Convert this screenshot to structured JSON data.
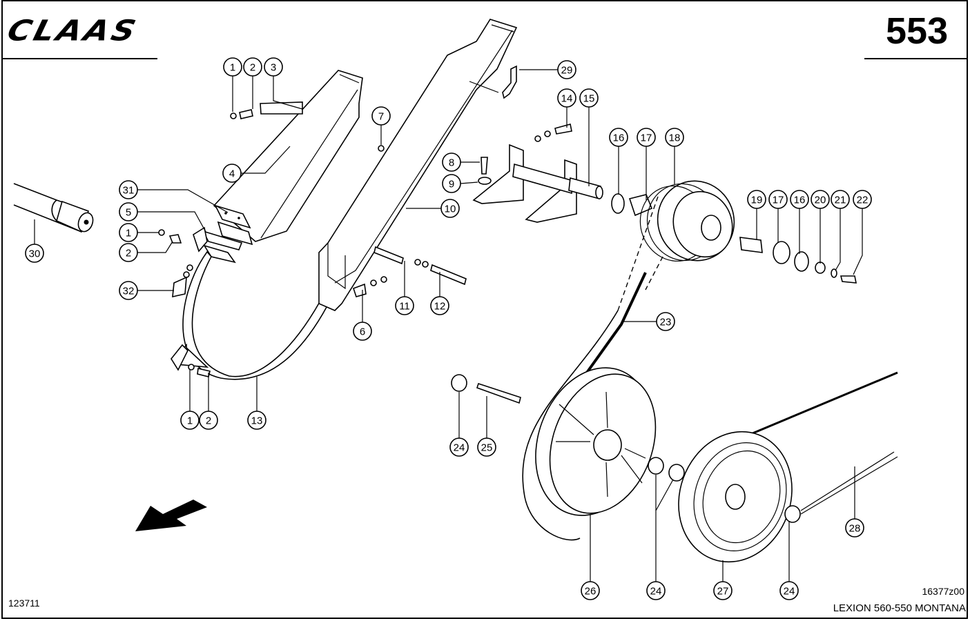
{
  "header": {
    "brand": "CLAAS",
    "page_number": "553"
  },
  "footer": {
    "drawing_number": "123711",
    "reference_code": "16377z00",
    "model": "LEXION 560-550 MONTANA"
  },
  "diagram": {
    "type": "exploded-parts-view",
    "direction_arrow": "travel-direction-arrow",
    "callouts": [
      {
        "id": "c1a",
        "label": "1"
      },
      {
        "id": "c2a",
        "label": "2"
      },
      {
        "id": "c3",
        "label": "3"
      },
      {
        "id": "c4",
        "label": "4"
      },
      {
        "id": "c31",
        "label": "31"
      },
      {
        "id": "c5",
        "label": "5"
      },
      {
        "id": "c1b",
        "label": "1"
      },
      {
        "id": "c2b",
        "label": "2"
      },
      {
        "id": "c32",
        "label": "32"
      },
      {
        "id": "c30",
        "label": "30"
      },
      {
        "id": "c7",
        "label": "7"
      },
      {
        "id": "c8",
        "label": "8"
      },
      {
        "id": "c9",
        "label": "9"
      },
      {
        "id": "c10",
        "label": "10"
      },
      {
        "id": "c11",
        "label": "11"
      },
      {
        "id": "c12",
        "label": "12"
      },
      {
        "id": "c6",
        "label": "6"
      },
      {
        "id": "c1c",
        "label": "1"
      },
      {
        "id": "c2c",
        "label": "2"
      },
      {
        "id": "c13",
        "label": "13"
      },
      {
        "id": "c29",
        "label": "29"
      },
      {
        "id": "c14",
        "label": "14"
      },
      {
        "id": "c15",
        "label": "15"
      },
      {
        "id": "c16a",
        "label": "16"
      },
      {
        "id": "c17a",
        "label": "17"
      },
      {
        "id": "c18",
        "label": "18"
      },
      {
        "id": "c19",
        "label": "19"
      },
      {
        "id": "c17b",
        "label": "17"
      },
      {
        "id": "c16b",
        "label": "16"
      },
      {
        "id": "c20",
        "label": "20"
      },
      {
        "id": "c21",
        "label": "21"
      },
      {
        "id": "c22",
        "label": "22"
      },
      {
        "id": "c23",
        "label": "23"
      },
      {
        "id": "c24a",
        "label": "24"
      },
      {
        "id": "c25",
        "label": "25"
      },
      {
        "id": "c26",
        "label": "26"
      },
      {
        "id": "c24b",
        "label": "24"
      },
      {
        "id": "c27",
        "label": "27"
      },
      {
        "id": "c24c",
        "label": "24"
      },
      {
        "id": "c28",
        "label": "28"
      }
    ]
  }
}
